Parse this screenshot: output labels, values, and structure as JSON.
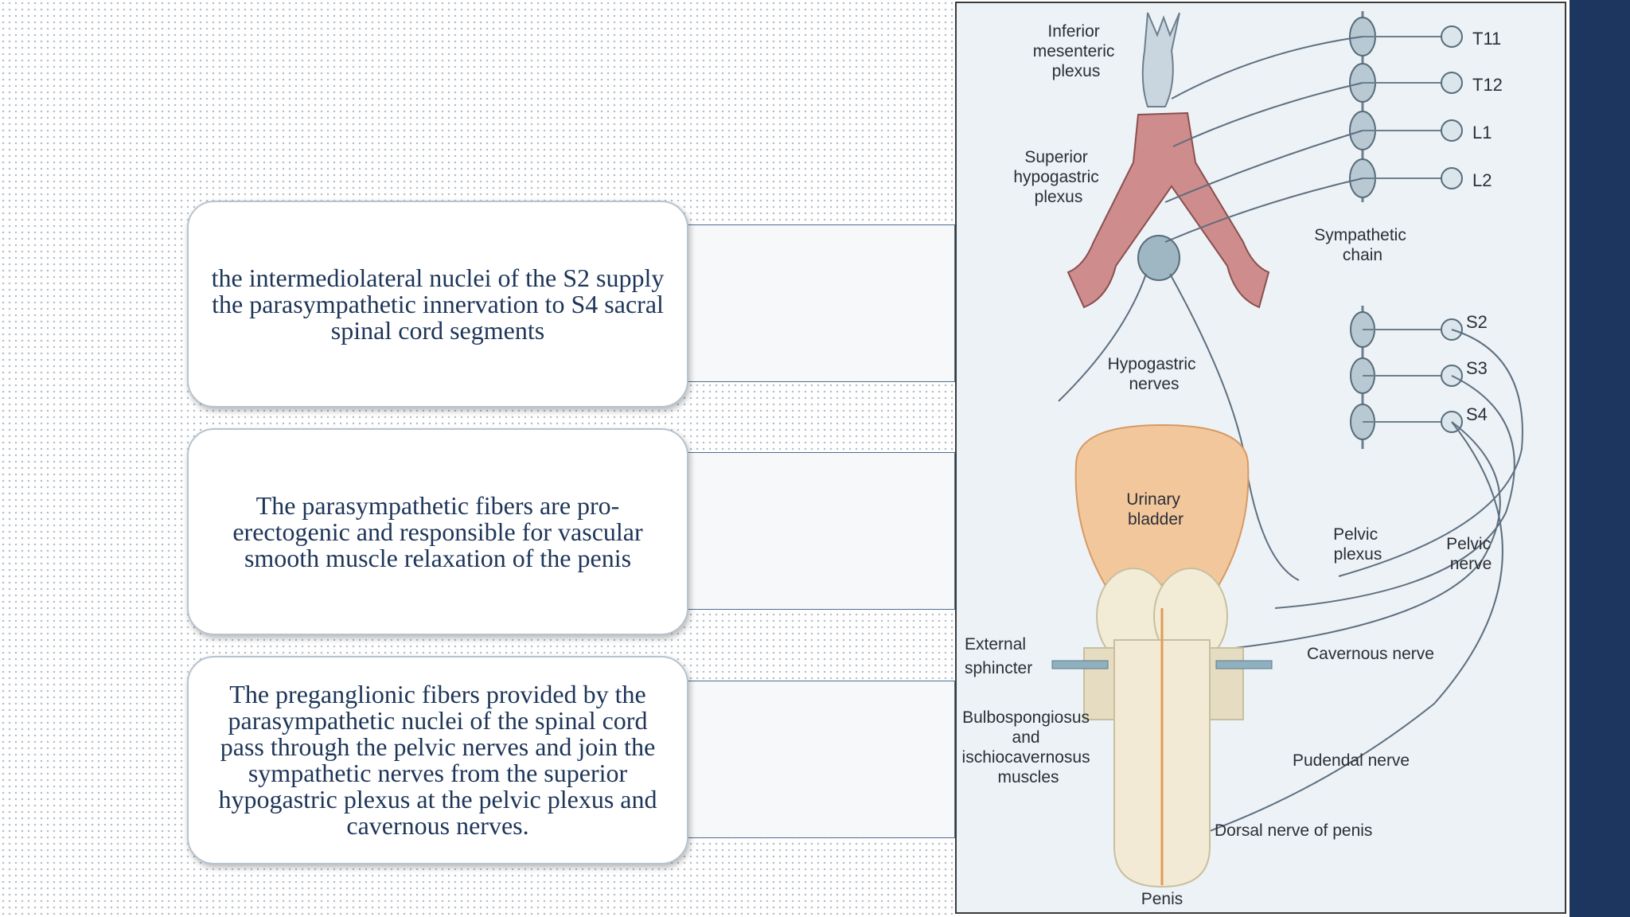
{
  "cards": [
    {
      "text": "the intermediolateral nuclei of the S2 supply the parasympathetic innervation to S4 sacral spinal cord segments"
    },
    {
      "text": "The parasympathetic fibers are pro-erectogenic and responsible for vascular smooth muscle relaxation of the penis"
    },
    {
      "text": "The preganglionic fibers provided by the parasympathetic nuclei of the spinal cord pass through the pelvic nerves and join the sympathetic nerves from the superior hypogastric plexus at the pelvic plexus and cavernous nerves."
    }
  ],
  "diagram": {
    "labels": {
      "inferior_mesenteric": [
        "Inferior",
        "mesenteric",
        "plexus"
      ],
      "superior_hypogastric": [
        "Superior",
        "hypogastric",
        "plexus"
      ],
      "sympathetic_chain": [
        "Sympathetic",
        "chain"
      ],
      "hypogastric_nerves": [
        "Hypogastric",
        "nerves"
      ],
      "urinary_bladder": [
        "Urinary",
        "bladder"
      ],
      "pelvic_plexus": [
        "Pelvic",
        "plexus"
      ],
      "pelvic_nerve": [
        "Pelvic",
        "nerve"
      ],
      "cavernous_nerve": "Cavernous nerve",
      "external_sphincter": [
        "External",
        "sphincter"
      ],
      "bulbospongiosus": [
        "Bulbospongiosus",
        "and",
        "ischiocavernosus",
        "muscles"
      ],
      "pudendal_nerve": "Pudendal nerve",
      "dorsal_nerve": "Dorsal nerve of penis",
      "penis": "Penis"
    },
    "segments_upper": [
      "T11",
      "T12",
      "L1",
      "L2"
    ],
    "segments_lower": [
      "S2",
      "S3",
      "S4"
    ]
  },
  "colors": {
    "accent_bar": "#1c3660",
    "card_text": "#1d3558",
    "bladder": "#f3c79c",
    "artery": "#c97b7b",
    "nerve": "#5d6f80"
  }
}
